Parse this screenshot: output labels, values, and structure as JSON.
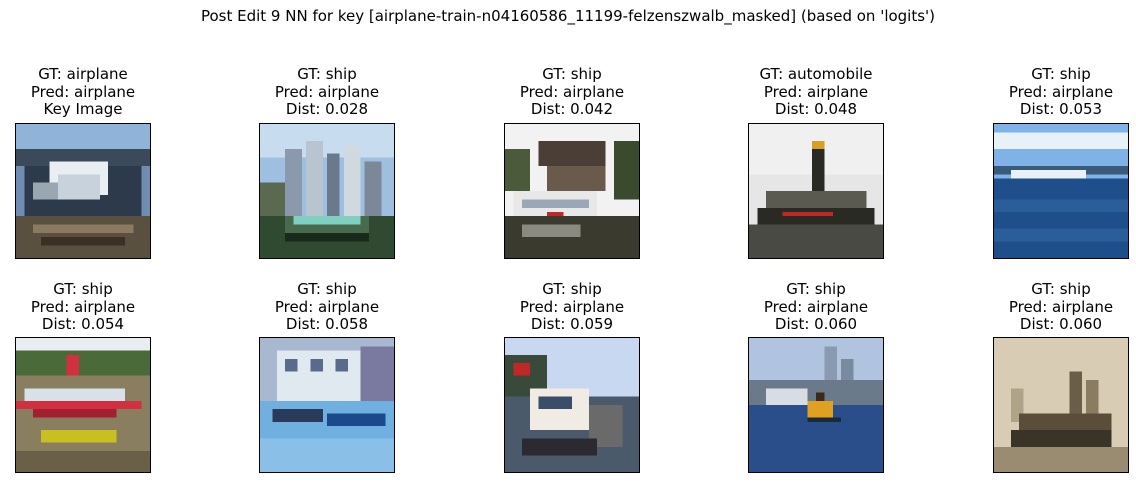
{
  "figure": {
    "title": "Post Edit 9 NN for key [airplane-train-n04160586_11199-felzenszwalb_masked] (based on 'logits')"
  },
  "panels": [
    {
      "gt": "GT: airplane",
      "pred": "Pred: airplane",
      "extra": "Key Image",
      "scene": "boat-dock-dark",
      "sky": "#6f8db0",
      "water": "#3b4a5c",
      "accent": "#e8eef2"
    },
    {
      "gt": "GT: ship",
      "pred": "Pred: airplane",
      "extra": "Dist: 0.028",
      "scene": "city-ferry",
      "sky": "#9fbfe0",
      "water": "#2f4a30",
      "accent": "#7fd0c0"
    },
    {
      "gt": "GT: ship",
      "pred": "Pred: airplane",
      "extra": "Dist: 0.042",
      "scene": "house-boat",
      "sky": "#f2f2f2",
      "water": "#3a3a2e",
      "accent": "#ffffff"
    },
    {
      "gt": "GT: automobile",
      "pred": "Pred: airplane",
      "extra": "Dist: 0.048",
      "scene": "tower-barge",
      "sky": "#e6e6e6",
      "water": "#4a4a44",
      "accent": "#2a2a24"
    },
    {
      "gt": "GT: ship",
      "pred": "Pred: airplane",
      "extra": "Dist: 0.053",
      "scene": "open-water",
      "sky": "#7fb2e6",
      "water": "#1f4f8a",
      "accent": "#e8f0f8"
    },
    {
      "gt": "GT: ship",
      "pred": "Pred: airplane",
      "extra": "Dist: 0.054",
      "scene": "river-red-boat",
      "sky": "#e8eef0",
      "water": "#8a7e60",
      "accent": "#d03040"
    },
    {
      "gt": "GT: ship",
      "pred": "Pred: airplane",
      "extra": "Dist: 0.058",
      "scene": "harbor-blue",
      "sky": "#a8b8d0",
      "water": "#6fb0e0",
      "accent": "#e0e8f0"
    },
    {
      "gt": "GT: ship",
      "pred": "Pred: airplane",
      "extra": "Dist: 0.059",
      "scene": "marina-white",
      "sky": "#c8d8f0",
      "water": "#4a5a6a",
      "accent": "#f0ece4"
    },
    {
      "gt": "GT: ship",
      "pred": "Pred: airplane",
      "extra": "Dist: 0.060",
      "scene": "tug-city",
      "sky": "#b0c4e0",
      "water": "#2a4e8a",
      "accent": "#e0a020"
    },
    {
      "gt": "GT: ship",
      "pred": "Pred: airplane",
      "extra": "Dist: 0.060",
      "scene": "beige-ship",
      "sky": "#d8ccb4",
      "water": "#9a8c70",
      "accent": "#3a3428"
    }
  ]
}
